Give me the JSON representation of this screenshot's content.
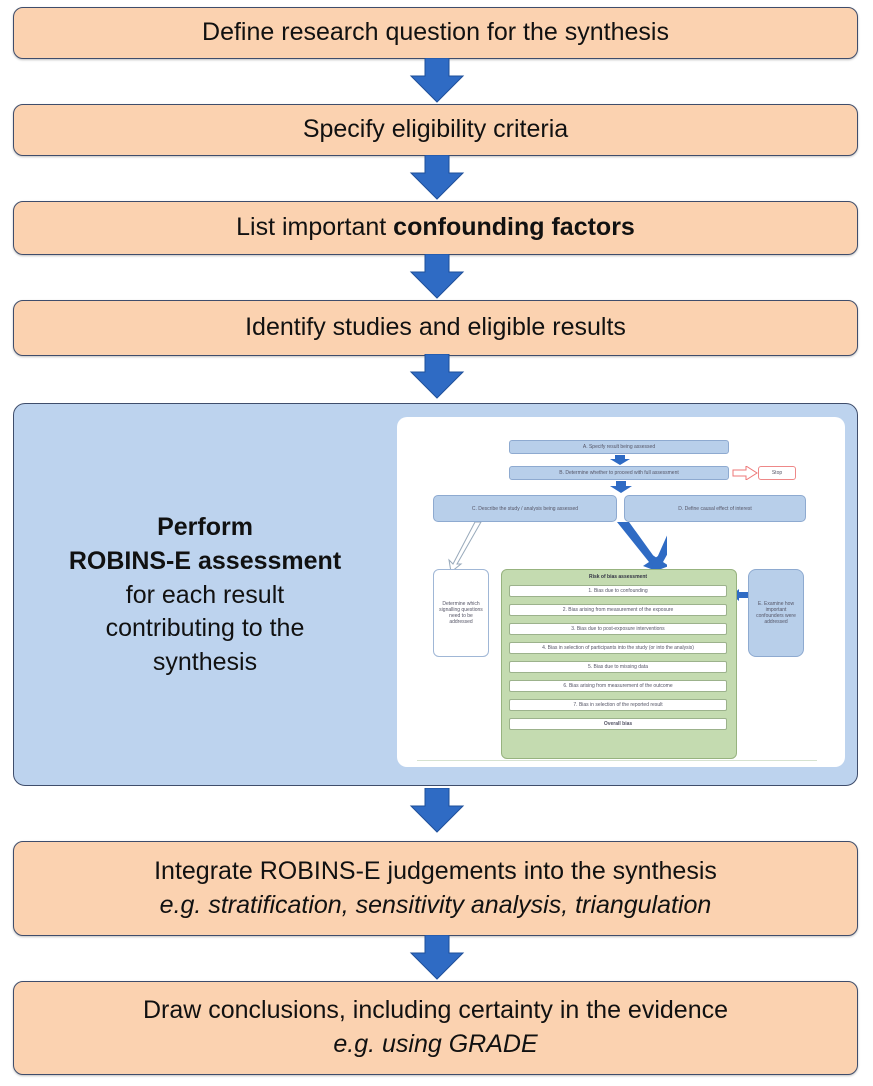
{
  "colors": {
    "step_fill": "#fbd2b0",
    "step_border": "#3f4d6b",
    "arrow": "#2f6bc4",
    "assessment_fill": "#bdd3ee",
    "risk_of_bias_green": "#c4dbb0"
  },
  "steps": [
    {
      "text": "Define research question for the synthesis"
    },
    {
      "text": "Specify eligibility  criteria"
    },
    {
      "text_pre": "List important ",
      "text_bold": "confounding factors"
    },
    {
      "text": "Identify studies and eligible  results"
    }
  ],
  "assessment": {
    "line1_bold": "Perform",
    "line2_bold": "ROBINS-E assessment",
    "line3": "for each result",
    "line4": "contributing to the",
    "line5": "synthesis",
    "diagram": {
      "a": "A. Specify result being assessed",
      "b": "B. Determine whether to proceed with full assessment",
      "stop": "Stop",
      "c": "C. Describe the study / analysis being assessed",
      "d": "D. Define causal effect of interest",
      "left_note": "Determine which signalling questions need to be addressed",
      "right_note": "E. Examine how important confounders were addressed",
      "rob_title": "Risk of bias assessment",
      "domains": [
        "1. Bias due to confounding",
        "2. Bias arising from measurement of the exposure",
        "3. Bias due to post-exposure interventions",
        "4. Bias in selection of participants into the study (or into the analysis)",
        "5. Bias due to missing data",
        "6. Bias arising from measurement of the outcome",
        "7. Bias in selection of the reported result"
      ],
      "overall": "Overall bias"
    }
  },
  "integrate": {
    "line1": "Integrate ROBINS-E judgements into the synthesis",
    "line2": "e.g. stratification, sensitivity  analysis, triangulation"
  },
  "conclude": {
    "line1": "Draw conclusions, including certainty in the evidence",
    "line2": "e.g. using GRADE"
  }
}
